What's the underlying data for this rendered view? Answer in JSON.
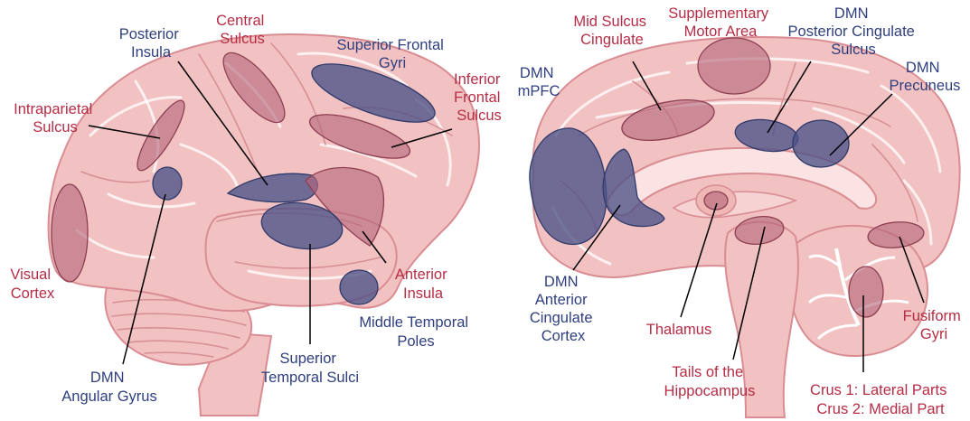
{
  "colors": {
    "dmn_label": "#2f3f7e",
    "other_label": "#b52d45",
    "dmn_region": "#4b5286",
    "other_region": "#b5677a",
    "brain_tissue": "#f2c2c2"
  },
  "lateral_view": {
    "labels": {
      "central_sulcus": [
        "Central",
        "Sulcus"
      ],
      "posterior_insula": [
        "Posterior",
        "Insula"
      ],
      "superior_frontal_gyri": [
        "Superior Frontal",
        "Gyri"
      ],
      "inferior_frontal_sulcus": [
        "Inferior",
        "Frontal",
        "Sulcus"
      ],
      "intraparietal_sulcus": [
        "Intraparietal",
        "Sulcus"
      ],
      "visual_cortex": [
        "Visual",
        "Cortex"
      ],
      "anterior_insula": [
        "Anterior",
        "Insula"
      ],
      "middle_temporal_poles": [
        "Middle Temporal",
        "Poles"
      ],
      "superior_temporal_sulci": [
        "Superior",
        "Temporal Sulci"
      ],
      "dmn_angular_gyrus": [
        "DMN",
        "Angular Gyrus"
      ]
    }
  },
  "medial_view": {
    "labels": {
      "mid_sulcus_cingulate": [
        "Mid Sulcus",
        "Cingulate"
      ],
      "supplementary_motor_area": [
        "Supplementary",
        "Motor Area"
      ],
      "dmn_posterior_cingulate_sulcus": [
        "DMN",
        "Posterior Cingulate",
        "Sulcus"
      ],
      "dmn_mpfc": [
        "DMN",
        "mPFC"
      ],
      "dmn_precuneus": [
        "DMN",
        "Precuneus"
      ],
      "dmn_anterior_cingulate_cortex": [
        "DMN",
        "Anterior",
        "Cingulate",
        "Cortex"
      ],
      "thalamus": [
        "Thalamus"
      ],
      "tails_of_the_hippocampus": [
        "Tails of the",
        "Hippocampus"
      ],
      "crus": [
        "Crus 1: Lateral Parts",
        "Crus 2: Medial Part"
      ],
      "fusiform_gyri": [
        "Fusiform",
        "Gyri"
      ]
    }
  }
}
